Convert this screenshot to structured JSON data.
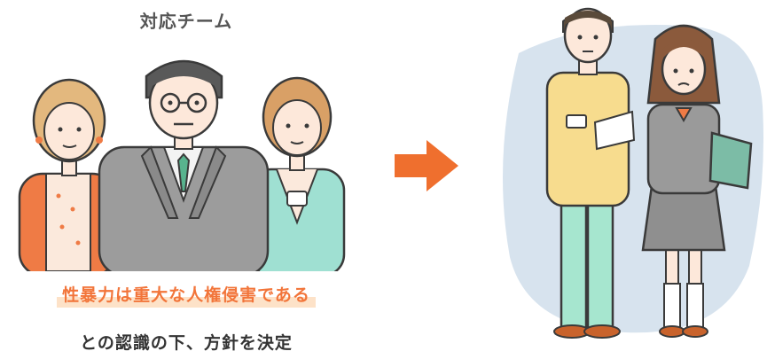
{
  "team": {
    "title": "対応チーム",
    "statement": "性暴力は重大な人権侵害である",
    "conclusion": "との認識の下、方針を決定"
  },
  "colors": {
    "accent": "#f2753a",
    "highlight_bg": "#fde2c8",
    "backdrop": "#d7e3ee"
  },
  "icons": {
    "arrow": "arrow-right-icon"
  }
}
